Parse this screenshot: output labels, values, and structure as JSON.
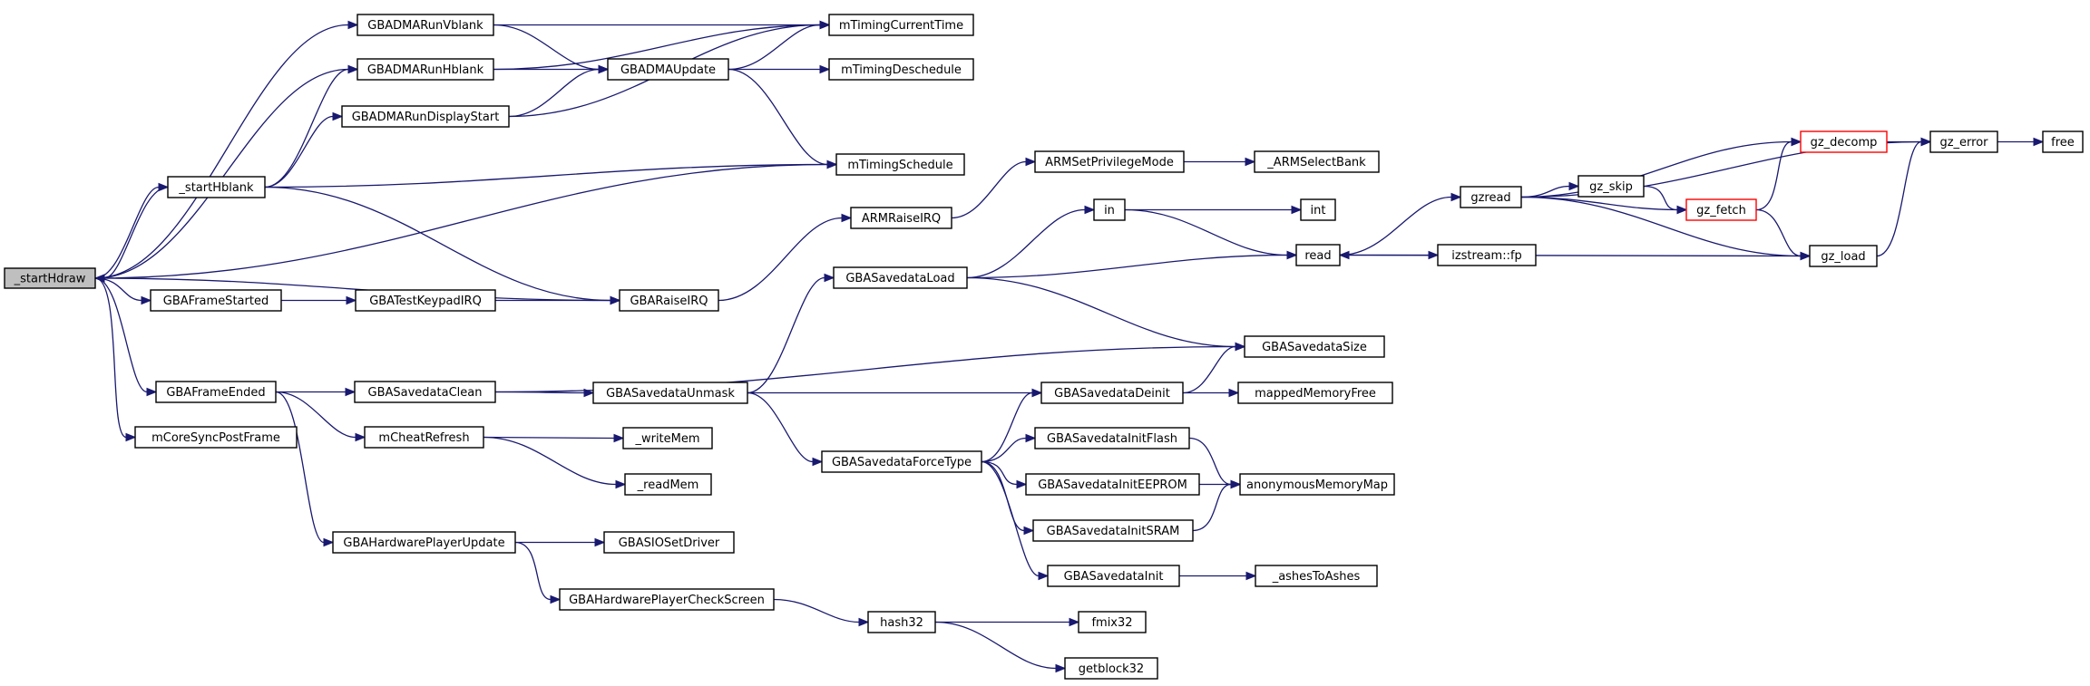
{
  "graph": {
    "colors": {
      "edge": "#191970",
      "root_fill": "#bfbfbf",
      "truncated_border": "#ff0000",
      "node_border": "#000000"
    },
    "nodes": [
      {
        "id": "startHdraw",
        "label": "_startHdraw",
        "root": true
      },
      {
        "id": "GBADMARunVblank",
        "label": "GBADMARunVblank"
      },
      {
        "id": "GBADMARunHblank",
        "label": "GBADMARunHblank"
      },
      {
        "id": "GBADMARunDisplayStart",
        "label": "GBADMARunDisplayStart"
      },
      {
        "id": "startHblank",
        "label": "_startHblank"
      },
      {
        "id": "GBAFrameStarted",
        "label": "GBAFrameStarted"
      },
      {
        "id": "GBATestKeypadIRQ",
        "label": "GBATestKeypadIRQ"
      },
      {
        "id": "GBAFrameEnded",
        "label": "GBAFrameEnded"
      },
      {
        "id": "mCoreSyncPostFrame",
        "label": "mCoreSyncPostFrame"
      },
      {
        "id": "GBASavedataClean",
        "label": "GBASavedataClean"
      },
      {
        "id": "mCheatRefresh",
        "label": "mCheatRefresh"
      },
      {
        "id": "GBAHardwarePlayerUpdate",
        "label": "GBAHardwarePlayerUpdate"
      },
      {
        "id": "GBAHardwarePlayerCheckScreen",
        "label": "GBAHardwarePlayerCheckScreen"
      },
      {
        "id": "GBADMAUpdate",
        "label": "GBADMAUpdate"
      },
      {
        "id": "mTimingCurrentTime",
        "label": "mTimingCurrentTime"
      },
      {
        "id": "mTimingDeschedule",
        "label": "mTimingDeschedule"
      },
      {
        "id": "mTimingSchedule",
        "label": "mTimingSchedule"
      },
      {
        "id": "GBARaiseIRQ",
        "label": "GBARaiseIRQ"
      },
      {
        "id": "ARMRaiseIRQ",
        "label": "ARMRaiseIRQ"
      },
      {
        "id": "ARMSetPrivilegeMode",
        "label": "ARMSetPrivilegeMode"
      },
      {
        "id": "ARMSelectBank",
        "label": "_ARMSelectBank"
      },
      {
        "id": "GBASavedataLoad",
        "label": "GBASavedataLoad"
      },
      {
        "id": "GBASavedataUnmask",
        "label": "GBASavedataUnmask"
      },
      {
        "id": "GBASavedataForceType",
        "label": "GBASavedataForceType"
      },
      {
        "id": "in",
        "label": "in"
      },
      {
        "id": "int",
        "label": "int"
      },
      {
        "id": "read",
        "label": "read"
      },
      {
        "id": "izstream_fp",
        "label": "izstream::fp"
      },
      {
        "id": "GBASavedataSize",
        "label": "GBASavedataSize"
      },
      {
        "id": "GBASavedataDeinit",
        "label": "GBASavedataDeinit"
      },
      {
        "id": "mappedMemoryFree",
        "label": "mappedMemoryFree"
      },
      {
        "id": "GBASavedataInitFlash",
        "label": "GBASavedataInitFlash"
      },
      {
        "id": "GBASavedataInitEEPROM",
        "label": "GBASavedataInitEEPROM"
      },
      {
        "id": "GBASavedataInitSRAM",
        "label": "GBASavedataInitSRAM"
      },
      {
        "id": "anonymousMemoryMap",
        "label": "anonymousMemoryMap"
      },
      {
        "id": "GBASavedataInit",
        "label": "GBASavedataInit"
      },
      {
        "id": "ashesToAshes",
        "label": "_ashesToAshes"
      },
      {
        "id": "writeMem",
        "label": "_writeMem"
      },
      {
        "id": "readMem",
        "label": "_readMem"
      },
      {
        "id": "GBASIOSetDriver",
        "label": "GBASIOSetDriver"
      },
      {
        "id": "hash32",
        "label": "hash32"
      },
      {
        "id": "fmix32",
        "label": "fmix32"
      },
      {
        "id": "getblock32",
        "label": "getblock32"
      },
      {
        "id": "gzread",
        "label": "gzread"
      },
      {
        "id": "gz_skip",
        "label": "gz_skip"
      },
      {
        "id": "gz_decomp",
        "label": "gz_decomp",
        "truncated": true
      },
      {
        "id": "gz_fetch",
        "label": "gz_fetch",
        "truncated": true
      },
      {
        "id": "gz_error",
        "label": "gz_error"
      },
      {
        "id": "gz_load",
        "label": "gz_load"
      },
      {
        "id": "free",
        "label": "free"
      }
    ],
    "edges": [
      [
        "startHdraw",
        "GBADMARunVblank"
      ],
      [
        "startHdraw",
        "GBADMARunHblank"
      ],
      [
        "startHdraw",
        "startHblank"
      ],
      [
        "startHdraw",
        "mTimingSchedule"
      ],
      [
        "startHdraw",
        "GBAFrameStarted"
      ],
      [
        "startHdraw",
        "GBARaiseIRQ"
      ],
      [
        "startHdraw",
        "GBAFrameEnded"
      ],
      [
        "startHdraw",
        "mCoreSyncPostFrame"
      ],
      [
        "startHblank",
        "startHdraw"
      ],
      [
        "startHblank",
        "GBADMARunHblank"
      ],
      [
        "startHblank",
        "GBADMARunDisplayStart"
      ],
      [
        "startHblank",
        "mTimingSchedule"
      ],
      [
        "startHblank",
        "GBARaiseIRQ"
      ],
      [
        "GBADMARunVblank",
        "mTimingCurrentTime"
      ],
      [
        "GBADMARunVblank",
        "GBADMAUpdate"
      ],
      [
        "GBADMARunHblank",
        "mTimingCurrentTime"
      ],
      [
        "GBADMARunHblank",
        "GBADMAUpdate"
      ],
      [
        "GBADMARunDisplayStart",
        "GBADMAUpdate"
      ],
      [
        "GBADMARunDisplayStart",
        "mTimingCurrentTime"
      ],
      [
        "GBADMAUpdate",
        "mTimingCurrentTime"
      ],
      [
        "GBADMAUpdate",
        "mTimingDeschedule"
      ],
      [
        "GBADMAUpdate",
        "mTimingSchedule"
      ],
      [
        "GBAFrameStarted",
        "GBATestKeypadIRQ"
      ],
      [
        "GBATestKeypadIRQ",
        "GBARaiseIRQ"
      ],
      [
        "GBARaiseIRQ",
        "ARMRaiseIRQ"
      ],
      [
        "ARMRaiseIRQ",
        "ARMSetPrivilegeMode"
      ],
      [
        "ARMSetPrivilegeMode",
        "ARMSelectBank"
      ],
      [
        "GBAFrameEnded",
        "GBASavedataClean"
      ],
      [
        "GBAFrameEnded",
        "mCheatRefresh"
      ],
      [
        "GBAFrameEnded",
        "GBAHardwarePlayerUpdate"
      ],
      [
        "GBASavedataClean",
        "GBASavedataSize"
      ],
      [
        "GBASavedataClean",
        "GBASavedataUnmask"
      ],
      [
        "GBASavedataUnmask",
        "GBASavedataLoad"
      ],
      [
        "GBASavedataUnmask",
        "GBASavedataDeinit"
      ],
      [
        "GBASavedataUnmask",
        "GBASavedataForceType"
      ],
      [
        "GBASavedataLoad",
        "in"
      ],
      [
        "GBASavedataLoad",
        "read"
      ],
      [
        "GBASavedataLoad",
        "GBASavedataSize"
      ],
      [
        "in",
        "int"
      ],
      [
        "in",
        "read"
      ],
      [
        "read",
        "gzread"
      ],
      [
        "read",
        "izstream_fp"
      ],
      [
        "GBASavedataDeinit",
        "GBASavedataSize"
      ],
      [
        "GBASavedataDeinit",
        "mappedMemoryFree"
      ],
      [
        "GBASavedataForceType",
        "GBASavedataDeinit"
      ],
      [
        "GBASavedataForceType",
        "GBASavedataInitFlash"
      ],
      [
        "GBASavedataForceType",
        "GBASavedataInitEEPROM"
      ],
      [
        "GBASavedataForceType",
        "GBASavedataInitSRAM"
      ],
      [
        "GBASavedataForceType",
        "GBASavedataInit"
      ],
      [
        "GBASavedataInitFlash",
        "anonymousMemoryMap"
      ],
      [
        "GBASavedataInitEEPROM",
        "anonymousMemoryMap"
      ],
      [
        "GBASavedataInitSRAM",
        "anonymousMemoryMap"
      ],
      [
        "GBASavedataInit",
        "ashesToAshes"
      ],
      [
        "mCheatRefresh",
        "writeMem"
      ],
      [
        "mCheatRefresh",
        "readMem"
      ],
      [
        "GBAHardwarePlayerUpdate",
        "GBASIOSetDriver"
      ],
      [
        "GBAHardwarePlayerUpdate",
        "GBAHardwarePlayerCheckScreen"
      ],
      [
        "GBAHardwarePlayerCheckScreen",
        "hash32"
      ],
      [
        "hash32",
        "fmix32"
      ],
      [
        "hash32",
        "getblock32"
      ],
      [
        "gzread",
        "gz_error"
      ],
      [
        "gzread",
        "gz_decomp"
      ],
      [
        "gzread",
        "gz_skip"
      ],
      [
        "gzread",
        "gz_fetch"
      ],
      [
        "gzread",
        "gz_load"
      ],
      [
        "gz_skip",
        "gz_fetch"
      ],
      [
        "gz_fetch",
        "gz_decomp"
      ],
      [
        "gz_fetch",
        "gz_load"
      ],
      [
        "gz_decomp",
        "gz_error"
      ],
      [
        "gz_load",
        "gz_error"
      ],
      [
        "gz_load",
        "read"
      ],
      [
        "gz_error",
        "free"
      ]
    ]
  }
}
